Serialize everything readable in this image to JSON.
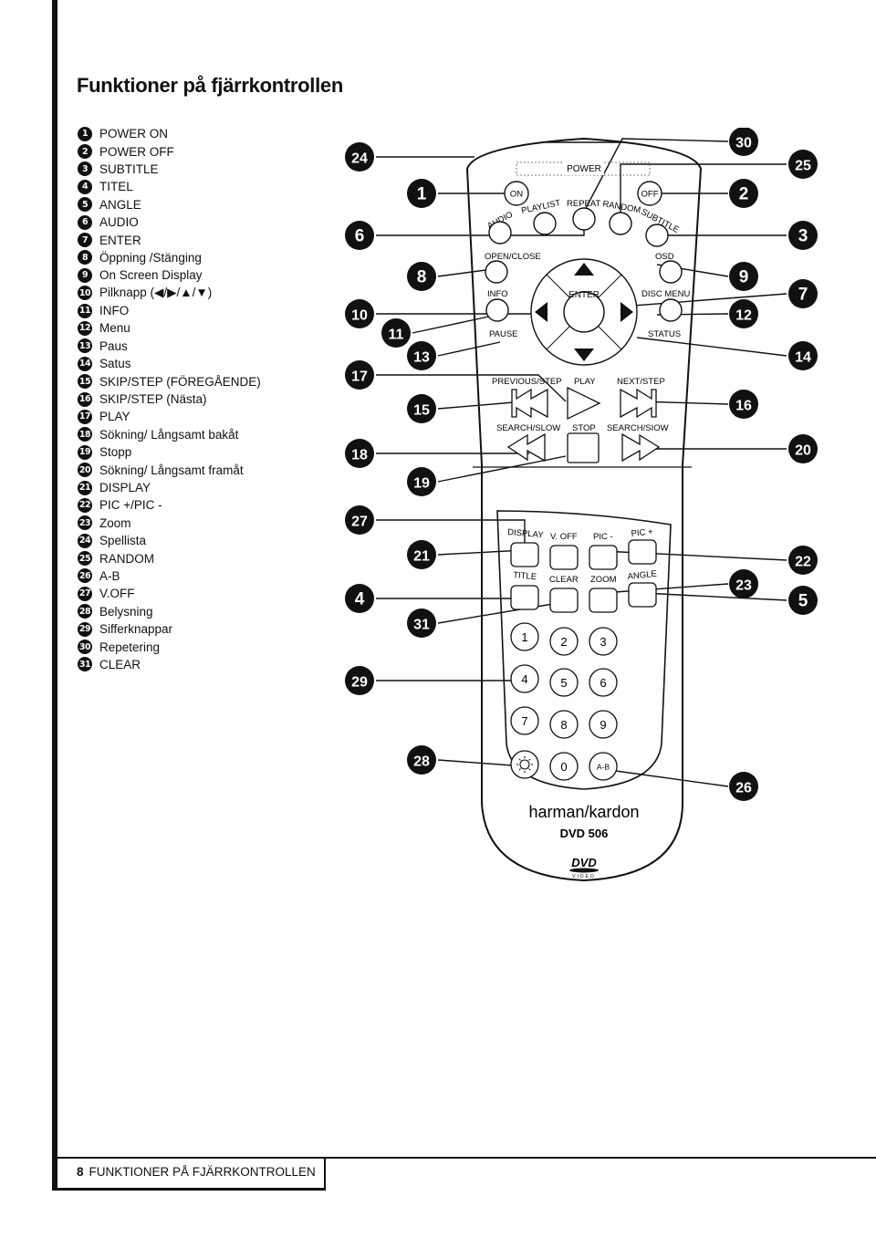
{
  "page": {
    "title": "Funktioner på fjärrkontrollen",
    "footer_page": "8",
    "footer_text": "FUNKTIONER PÅ FJÄRRKONTROLLEN"
  },
  "legend": [
    {
      "num": "1",
      "label": "POWER ON"
    },
    {
      "num": "2",
      "label": "POWER OFF"
    },
    {
      "num": "3",
      "label": "SUBTITLE"
    },
    {
      "num": "4",
      "label": "TITEL"
    },
    {
      "num": "5",
      "label": "ANGLE"
    },
    {
      "num": "6",
      "label": "AUDIO"
    },
    {
      "num": "7",
      "label": "ENTER"
    },
    {
      "num": "8",
      "label": "Öppning /Stänging"
    },
    {
      "num": "9",
      "label": "On Screen Display"
    },
    {
      "num": "10",
      "label": "Pilknapp (◀/▶/▲/▼)"
    },
    {
      "num": "11",
      "label": "INFO"
    },
    {
      "num": "12",
      "label": "Menu"
    },
    {
      "num": "13",
      "label": "Paus"
    },
    {
      "num": "14",
      "label": "Satus"
    },
    {
      "num": "15",
      "label": "SKIP/STEP (FÖREGÅENDE)"
    },
    {
      "num": "16",
      "label": "SKIP/STEP (Nästa)"
    },
    {
      "num": "17",
      "label": "PLAY"
    },
    {
      "num": "18",
      "label": "Sökning/ Långsamt bakåt"
    },
    {
      "num": "19",
      "label": "Stopp"
    },
    {
      "num": "20",
      "label": "Sökning/ Långsamt framåt"
    },
    {
      "num": "21",
      "label": "DISPLAY"
    },
    {
      "num": "22",
      "label": "PIC +/PIC -"
    },
    {
      "num": "23",
      "label": "Zoom"
    },
    {
      "num": "24",
      "label": "Spellista"
    },
    {
      "num": "25",
      "label": "RANDOM"
    },
    {
      "num": "26",
      "label": "A-B"
    },
    {
      "num": "27",
      "label": "V.OFF"
    },
    {
      "num": "28",
      "label": "Belysning"
    },
    {
      "num": "29",
      "label": "Sifferknappar"
    },
    {
      "num": "30",
      "label": "Repetering"
    },
    {
      "num": "31",
      "label": "CLEAR"
    }
  ],
  "remote": {
    "labels": {
      "power": "POWER",
      "on": "ON",
      "off": "OFF",
      "playlist": "PLAYLIST",
      "repeat": "REPEAT",
      "random": "RANDOM",
      "subtitle": "SUBTITLE",
      "audio": "AUDIO",
      "open_close": "OPEN/CLOSE",
      "osd": "OSD",
      "info": "INFO",
      "enter": "ENTER",
      "disc_menu": "DISC MENU",
      "pause": "PAUSE",
      "status": "STATUS",
      "previous_step": "PREVIOUS/STEP",
      "play": "PLAY",
      "next_step": "NEXT/STEP",
      "search_slow": "SEARCH/SLOW",
      "stop": "STOP",
      "search_siow": "SEARCH/SIOW",
      "display": "DISPLAY",
      "v_off": "V. OFF",
      "pic_minus": "PIC -",
      "pic_plus": "PIC +",
      "title": "TITLE",
      "clear": "CLEAR",
      "zoom": "ZOOM",
      "angle": "ANGLE",
      "d1": "1",
      "d2": "2",
      "d3": "3",
      "d4": "4",
      "d5": "5",
      "d6": "6",
      "d7": "7",
      "d8": "8",
      "d9": "9",
      "d0": "0",
      "ab": "A-B",
      "brand": "harman/kardon",
      "model": "DVD 506",
      "dvd_logo": "DVD",
      "dvd_video": "VIDEO"
    },
    "callouts": {
      "c24": "24",
      "c6": "6",
      "c10": "10",
      "c17": "17",
      "c18": "18",
      "c27": "27",
      "c4": "4",
      "c29": "29",
      "c1": "1",
      "c8": "8",
      "c11": "11",
      "c13": "13",
      "c15": "15",
      "c19": "19",
      "c21": "21",
      "c31": "31",
      "c28": "28",
      "c30": "30",
      "c2": "2",
      "c9": "9",
      "c12": "12",
      "c16": "16",
      "c23": "23",
      "c26": "26",
      "c25": "25",
      "c3": "3",
      "c7": "7",
      "c14": "14",
      "c20": "20",
      "c22": "22",
      "c5": "5"
    }
  }
}
